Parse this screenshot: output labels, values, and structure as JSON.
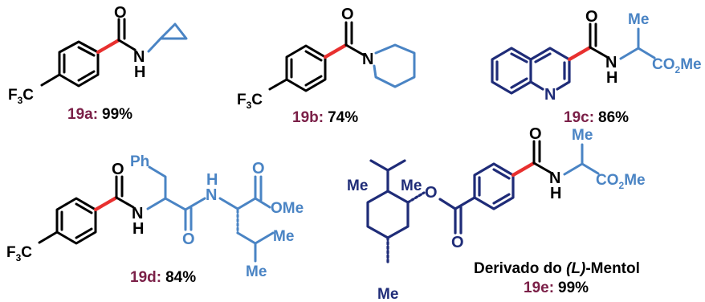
{
  "colors": {
    "new_bond": "#e8302f",
    "amine_fragment": "#4a84c4",
    "acid_fragment_heteroaryl": "#1f2c78",
    "compound_label": "#7b2048"
  },
  "atoms": {
    "O": "O",
    "N": "N",
    "H": "H",
    "F3C_F": "F",
    "F3C_sub": "3",
    "F3C_C": "C",
    "Me": "Me",
    "CO2Me_a": "CO",
    "CO2Me_sub": "2",
    "CO2Me_b": "Me",
    "OMe": "OMe",
    "Ph": "Ph"
  },
  "compounds": [
    {
      "label": "19a:",
      "yield": "99%"
    },
    {
      "label": "19b:",
      "yield": "74%"
    },
    {
      "label": "19c:",
      "yield": "86%"
    },
    {
      "label": "19d:",
      "yield": "84%"
    },
    {
      "label": "19e:",
      "yield": "99%",
      "description_prefix": "Derivado do ",
      "description_italic": "(L)",
      "description_suffix": "-Mentol"
    }
  ]
}
